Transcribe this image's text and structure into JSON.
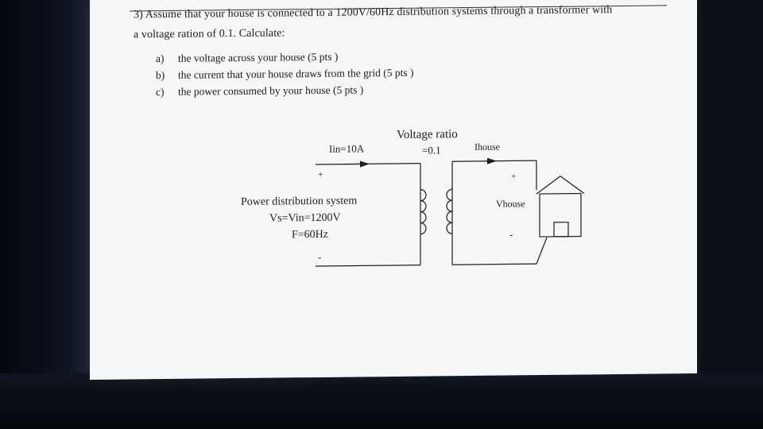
{
  "question": {
    "line1": "3) Assume that your house is connected to a 1200V/60Hz distribution systems through a transformer with",
    "line2": "a voltage ration of 0.1. Calculate:"
  },
  "items": [
    {
      "label": "a)",
      "text": "the voltage across your house (5 pts )"
    },
    {
      "label": "b)",
      "text": "the current that your house draws from the grid (5 pts )"
    },
    {
      "label": "c)",
      "text": "the power consumed by your house (5 pts )"
    }
  ],
  "diagram": {
    "iin": "Iin=10A",
    "voltage_ratio_title": "Voltage ratio",
    "voltage_ratio_value": "=0.1",
    "ihouse": "Ihouse",
    "vhouse": "Vhouse",
    "plus_left": "+",
    "minus_left": "-",
    "plus_right": "+",
    "minus_right": "-",
    "system_title": "Power distribution system",
    "system_vs": "Vs=Vin=1200V",
    "system_f": "F=60Hz"
  }
}
